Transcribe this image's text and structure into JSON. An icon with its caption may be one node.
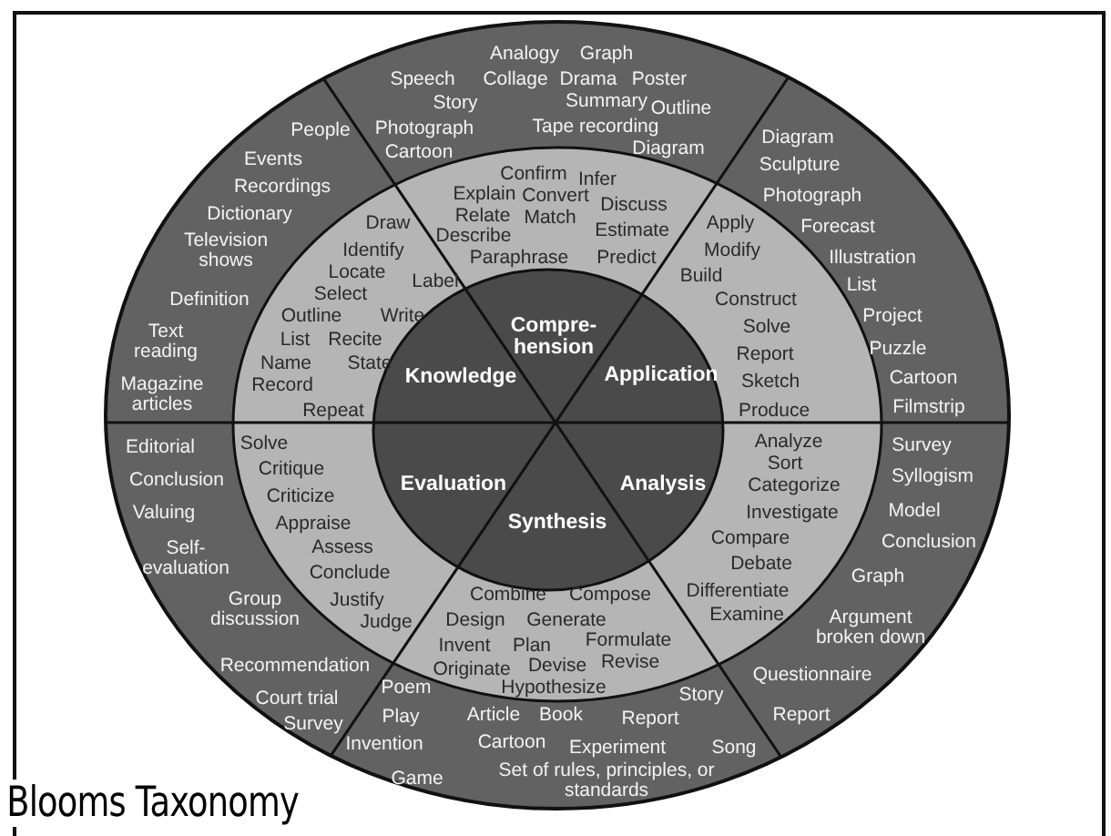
{
  "diagram": {
    "title": "Blooms Taxonomy",
    "nodes": [
      {
        "text": [
          "Analogy",
          "Graph",
          "Speech",
          "Collage",
          "Drama",
          "Poster",
          "Story",
          "Summary",
          "Outline",
          "Photograph",
          "Tape recording",
          "Cartoon",
          "Diagram"
        ]
      },
      {
        "text": [
          "People",
          "Events",
          "Recordings",
          "Dictionary",
          "Television shows",
          "Definition",
          "Text reading",
          "Magazine articles"
        ]
      },
      {
        "text": [
          "Draw",
          "Identify",
          "Locate",
          "Label",
          "Select",
          "Outline",
          "Write",
          "List",
          "Recite",
          "Name",
          "State",
          "Record",
          "Repeat"
        ]
      },
      {
        "text": [
          "Confirm",
          "Infer",
          "Explain",
          "Convert",
          "Discuss",
          "Relate",
          "Match",
          "Estimate",
          "Describe",
          "Paraphrase",
          "Predict"
        ]
      },
      {
        "text": [
          "Apply",
          "Modify",
          "Build",
          "Construct",
          "Solve",
          "Report",
          "Sketch",
          "Produce"
        ]
      },
      {
        "text": [
          "Diagram",
          "Sculpture",
          "Photograph",
          "Forecast",
          "Illustration",
          "List",
          "Project",
          "Puzzle",
          "Cartoon",
          "Filmstrip"
        ]
      },
      {
        "text": [
          "Knowledge"
        ]
      },
      {
        "text": [
          "Compre- hension"
        ]
      },
      {
        "text": [
          "Application"
        ]
      },
      {
        "text": [
          "Evaluation"
        ]
      },
      {
        "text": [
          "Synthesis"
        ]
      },
      {
        "text": [
          "Analysis"
        ]
      },
      {
        "text": [
          "Editorial",
          "Conclusion",
          "Valuing",
          "Self- evaluation",
          "Group discussion",
          "Recommendation",
          "Court trial",
          "Survey"
        ]
      },
      {
        "text": [
          "Solve",
          "Critique",
          "Criticize",
          "Appraise",
          "Assess",
          "Conclude",
          "Justify",
          "Judge"
        ]
      },
      {
        "text": [
          "Combine",
          "Compose",
          "Design",
          "Generate",
          "Invent",
          "Plan",
          "Formulate",
          "Originate",
          "Devise",
          "Revise",
          "Hypothesize"
        ]
      },
      {
        "text": [
          "Analyze",
          "Sort",
          "Categorize",
          "Investigate",
          "Compare",
          "Debate",
          "Differentiate",
          "Examine"
        ]
      },
      {
        "text": [
          "Survey",
          "Syllogism",
          "Model",
          "Conclusion",
          "Graph",
          "Argument broken down",
          "Questionnaire",
          "Report"
        ]
      },
      {
        "text": [
          "Story",
          "Poem",
          "Play",
          "Article",
          "Book",
          "Report",
          "Invention",
          "Cartoon",
          "Experiment",
          "Song",
          "Game",
          "Set of rules, principles, or standards"
        ]
      }
    ]
  }
}
